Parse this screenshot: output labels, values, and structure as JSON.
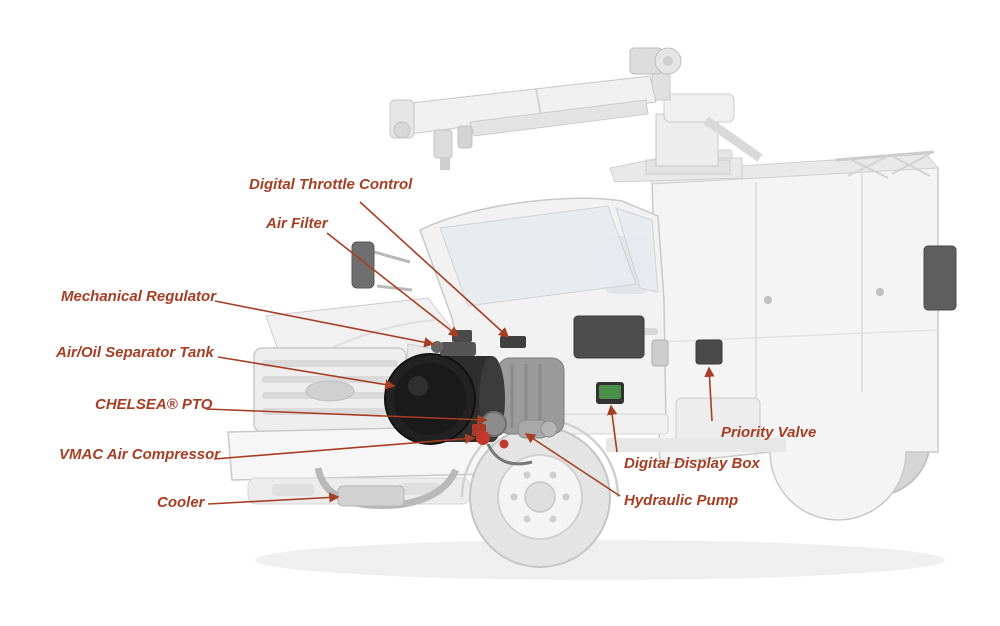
{
  "diagram": {
    "colors": {
      "label": "#a63e24",
      "arrow": "#a63e24"
    },
    "labels": [
      {
        "name": "digital-throttle-control",
        "text": "Digital Throttle Control"
      },
      {
        "name": "air-filter",
        "text": "Air Filter"
      },
      {
        "name": "mechanical-regulator",
        "text": "Mechanical Regulator"
      },
      {
        "name": "air-oil-separator-tank",
        "text": "Air/Oil Separator Tank"
      },
      {
        "name": "chelsea-pto",
        "text": "CHELSEA® PTO"
      },
      {
        "name": "vmac-air-compressor",
        "text": "VMAC Air Compressor"
      },
      {
        "name": "cooler",
        "text": "Cooler"
      },
      {
        "name": "priority-valve",
        "text": "Priority Valve"
      },
      {
        "name": "digital-display-box",
        "text": "Digital Display Box"
      },
      {
        "name": "hydraulic-pump",
        "text": "Hydraulic Pump"
      }
    ]
  }
}
